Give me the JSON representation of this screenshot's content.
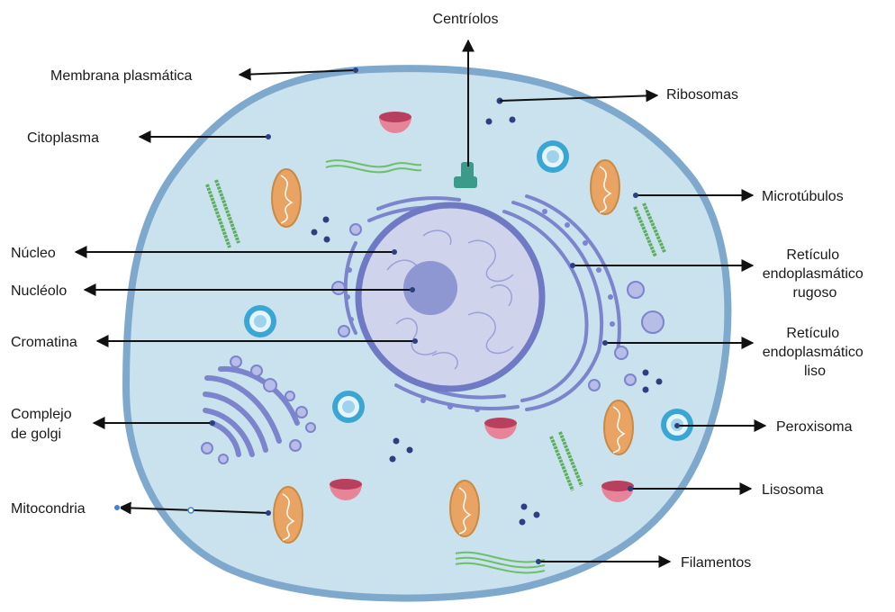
{
  "labels": {
    "centriolos": "Centríolos",
    "membrana": "Membrana plasmática",
    "ribosomas": "Ribosomas",
    "citoplasma": "Citoplasma",
    "microtubulos": "Microtúbulos",
    "nucleo": "Núcleo",
    "reticulo_rugoso": [
      "Retículo",
      "endoplasmático",
      "rugoso"
    ],
    "nucleolo": "Nucléolo",
    "cromatina": "Cromatina",
    "reticulo_liso": [
      "Retículo",
      "endoplasmático",
      "liso"
    ],
    "complejo_golgi": [
      "Complejo",
      "de golgi"
    ],
    "peroxisoma": "Peroxisoma",
    "lisosoma": "Lisosoma",
    "mitocondria": "Mitocondria",
    "filamentos": "Filamentos"
  },
  "colors": {
    "membrane": "#7fa9cc",
    "cytoplasm": "#c9e2ee",
    "nuclear_envelope": "#6f79c4",
    "nucleus_fill": "#cfd3ec",
    "nucleolus": "#8f97d2",
    "reticulum": "#7b84cc",
    "mitochondria": "#e9a463",
    "lysosome": "#e8849a",
    "peroxisome": "#3aa6d4",
    "microtubule": "#5cae5c",
    "filament": "#6fbf6a",
    "ribosome": "#2d3f80",
    "centriole": "#3c9a8a",
    "leader_line": "#111111"
  }
}
